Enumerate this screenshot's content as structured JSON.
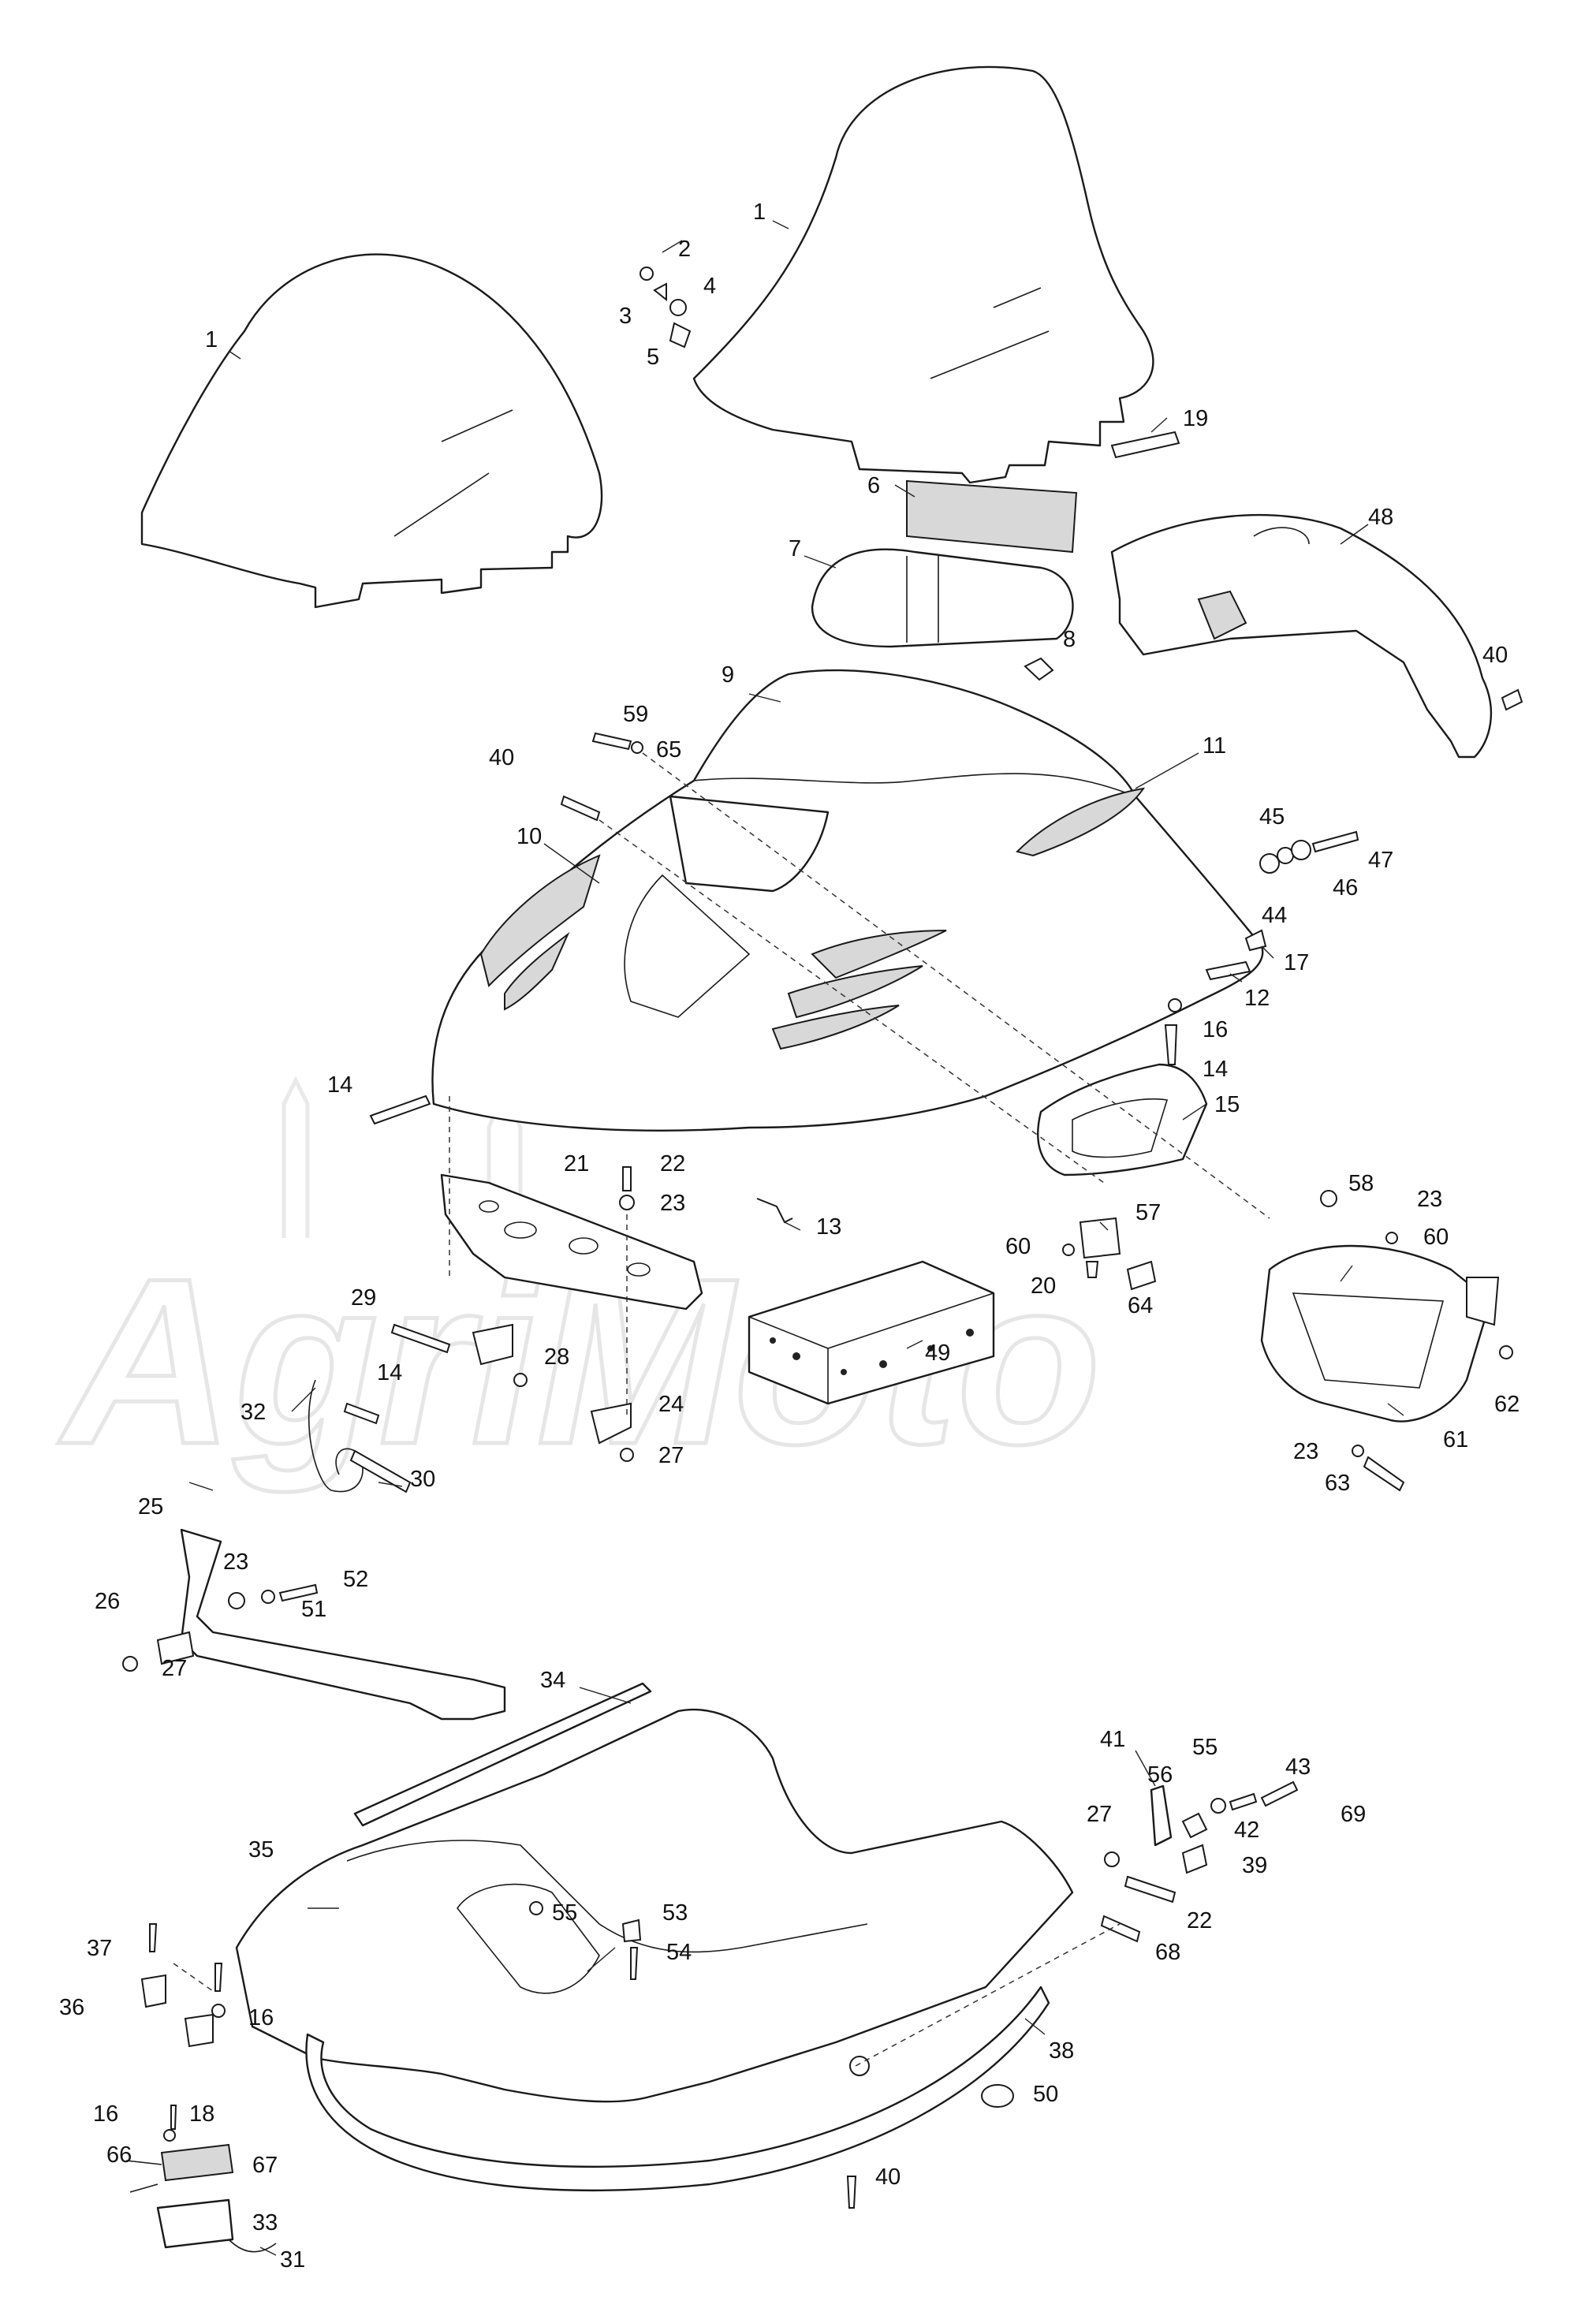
{
  "watermark_text": "AgriMoto",
  "callouts": [
    "1",
    "1",
    "2",
    "3",
    "4",
    "5",
    "19",
    "6",
    "7",
    "8",
    "48",
    "40",
    "9",
    "59",
    "65",
    "40",
    "11",
    "10",
    "45",
    "47",
    "44",
    "46",
    "17",
    "12",
    "16",
    "14",
    "14",
    "15",
    "21",
    "22",
    "23",
    "13",
    "58",
    "23",
    "60",
    "57",
    "60",
    "20",
    "64",
    "49",
    "29",
    "28",
    "14",
    "24",
    "27",
    "32",
    "30",
    "62",
    "61",
    "23",
    "63",
    "25",
    "23",
    "52",
    "51",
    "26",
    "27",
    "34",
    "41",
    "55",
    "43",
    "69",
    "56",
    "42",
    "27",
    "39",
    "35",
    "22",
    "55",
    "53",
    "68",
    "37",
    "54",
    "36",
    "16",
    "38",
    "16",
    "18",
    "50",
    "66",
    "67",
    "40",
    "33",
    "31"
  ]
}
